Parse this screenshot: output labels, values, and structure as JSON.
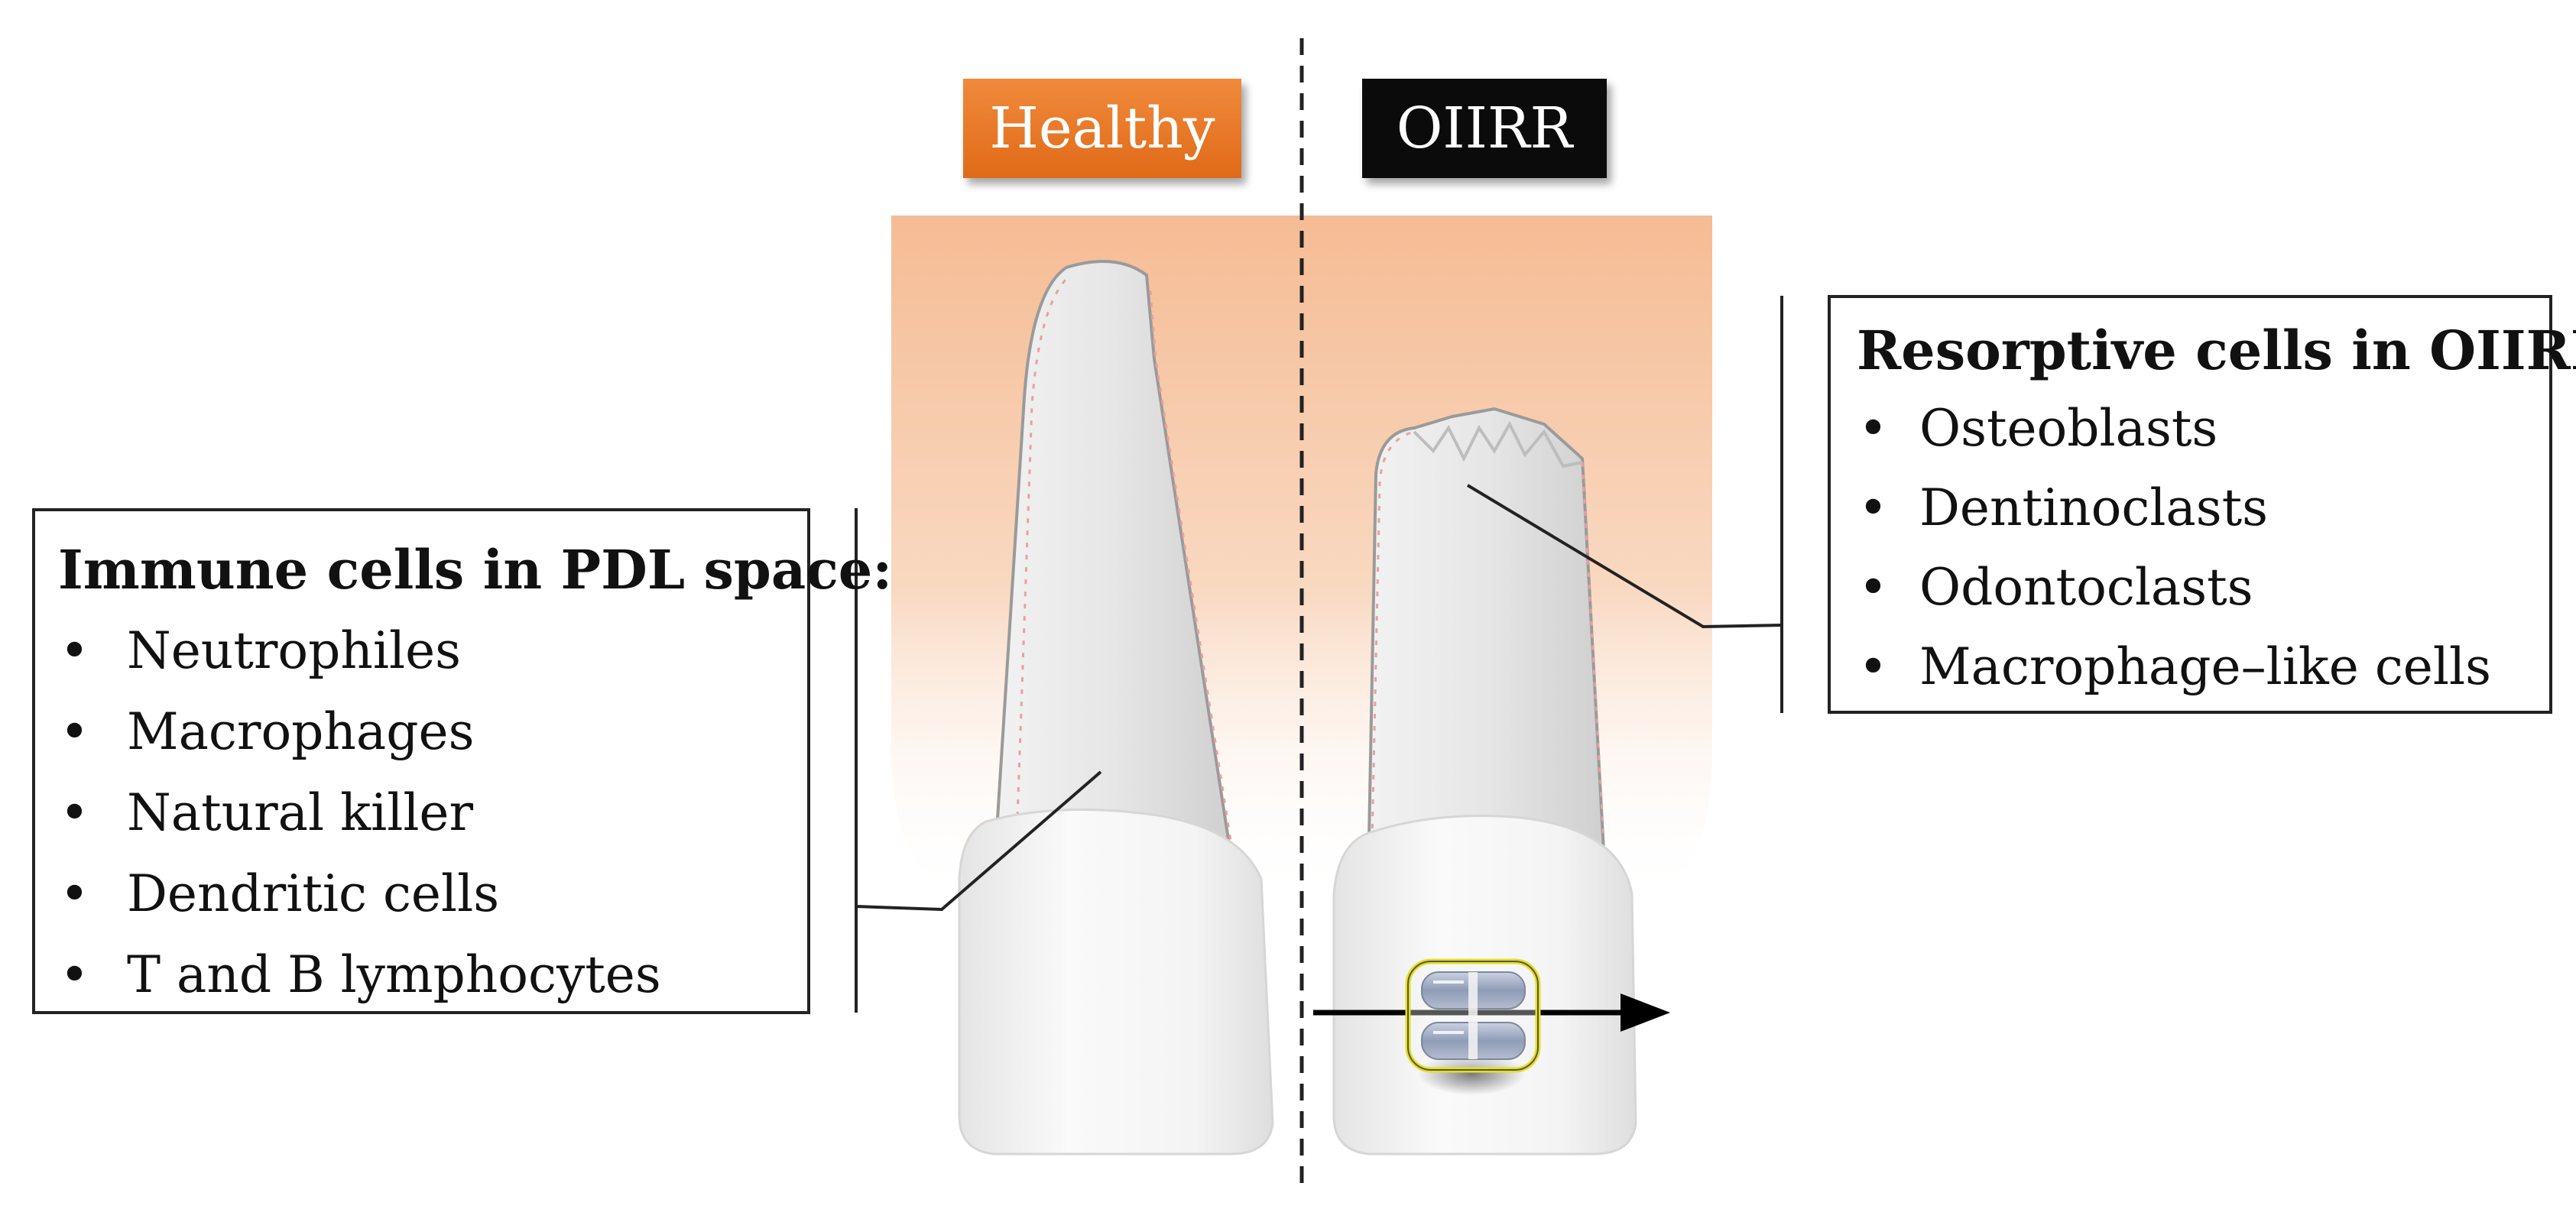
{
  "labels": {
    "healthy": "Healthy",
    "oiirr": "OIIRR"
  },
  "immune_box": {
    "title": "Immune cells in PDL space:",
    "items": [
      "Neutrophiles",
      "Macrophages",
      "Natural killer",
      "Dendritic cells",
      "T and B  lymphocytes"
    ]
  },
  "resorptive_box": {
    "title": "Resorptive cells in OIIRR:",
    "items": [
      "Osteoblasts",
      "Dentinoclasts",
      "Odontoclasts",
      "Macrophage–like cells"
    ]
  },
  "colors": {
    "healthy_badge": "#e8782a",
    "oiirr_badge": "#0b0b0b",
    "bone_tissue": "#f6c4a0",
    "tooth": "#eeeeee",
    "bracket_outline": "#e5df20",
    "arrow": "#000000"
  },
  "icons": {
    "bullet": "•",
    "force_arrow": "force-arrow-icon",
    "bracket": "orthodontic-bracket-icon"
  }
}
